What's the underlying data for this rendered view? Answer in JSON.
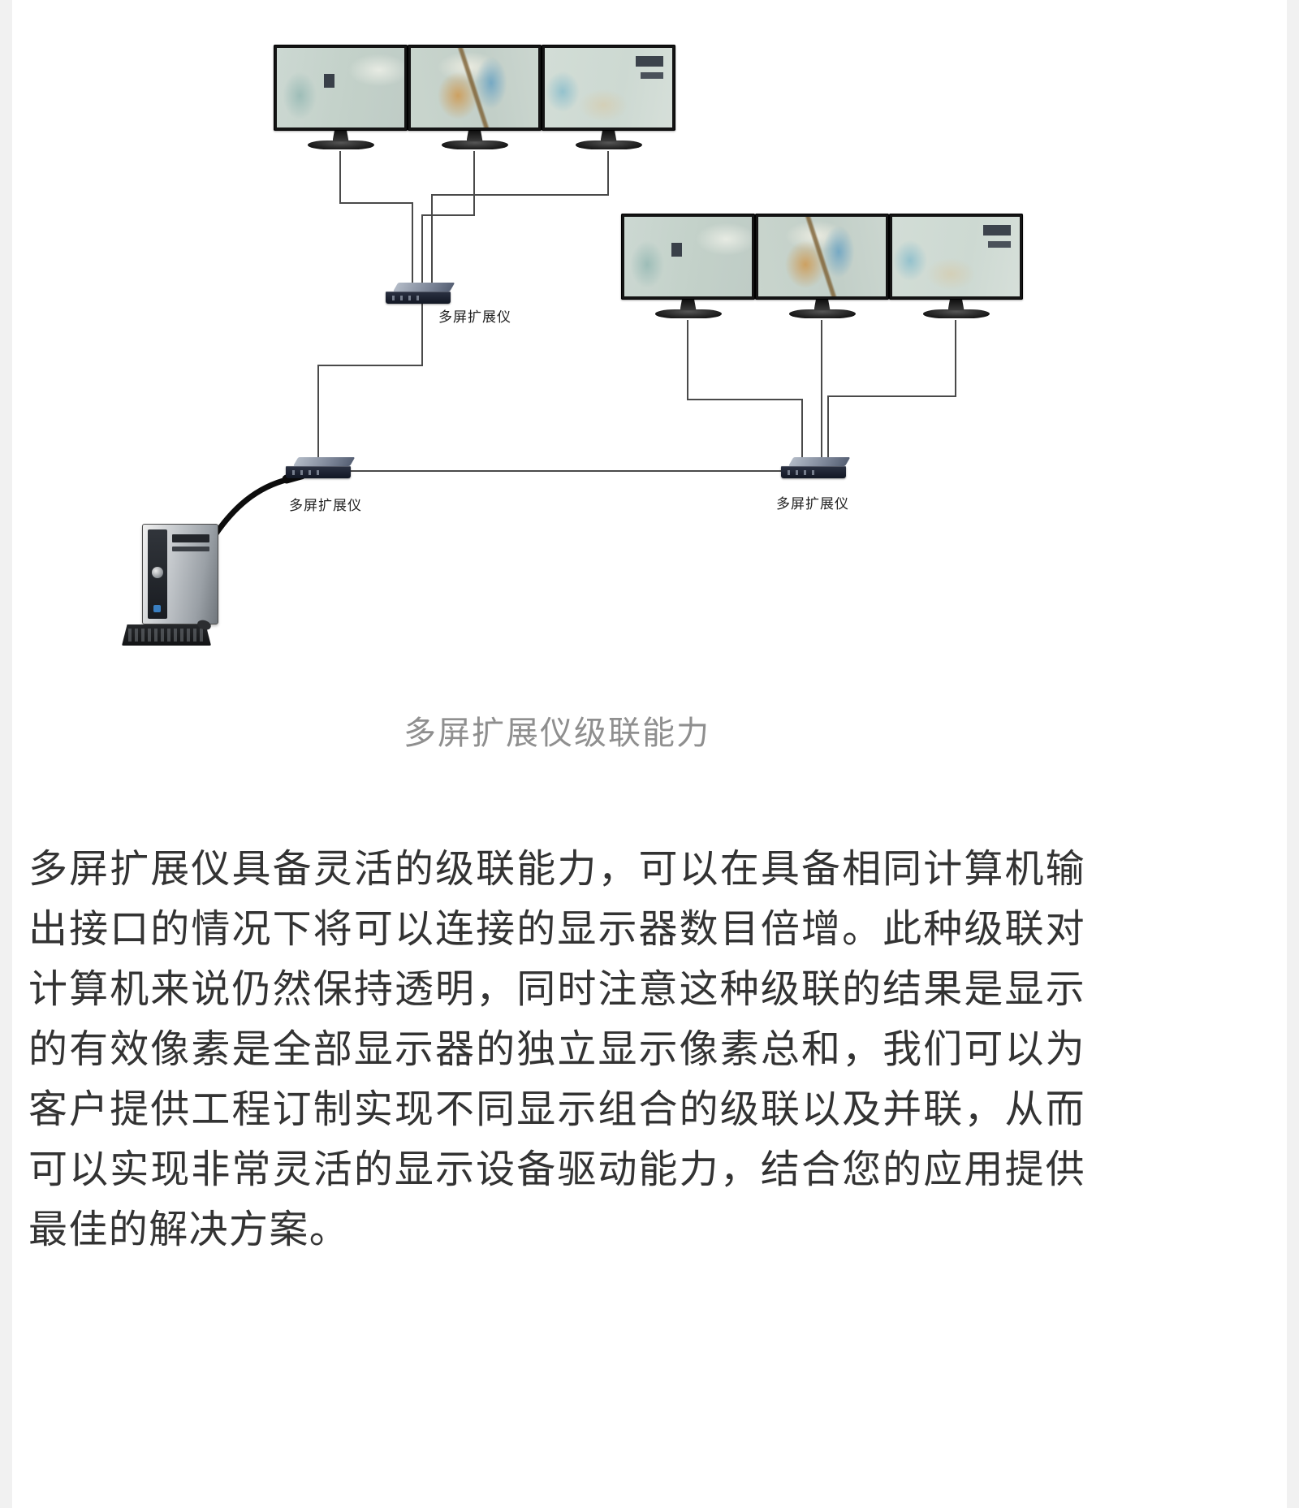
{
  "diagram": {
    "caption": "多屏扩展仪级联能力",
    "extenders": [
      {
        "label": "多屏扩展仪"
      },
      {
        "label": "多屏扩展仪"
      },
      {
        "label": "多屏扩展仪"
      }
    ],
    "monitor_groups": [
      {
        "name": "top",
        "monitor_count": 3
      },
      {
        "name": "right",
        "monitor_count": 3
      }
    ],
    "colors": {
      "wire": "#4a4a4a",
      "cable": "#0d0d0d",
      "caption_text": "#8f8f8f"
    }
  },
  "article": {
    "paragraph": "多屏扩展仪具备灵活的级联能力，可以在具备相同计算机输出接口的情况下将可以连接的显示器数目倍增。此种级联对计算机来说仍然保持透明，同时注意这种级联的结果是显示的有效像素是全部显示器的独立显示像素总和，我们可以为客户提供工程订制实现不同显示组合的级联以及并联，从而可以实现非常灵活的显示设备驱动能力，结合您的应用提供最佳的解决方案。",
    "text_color": "#333333"
  }
}
